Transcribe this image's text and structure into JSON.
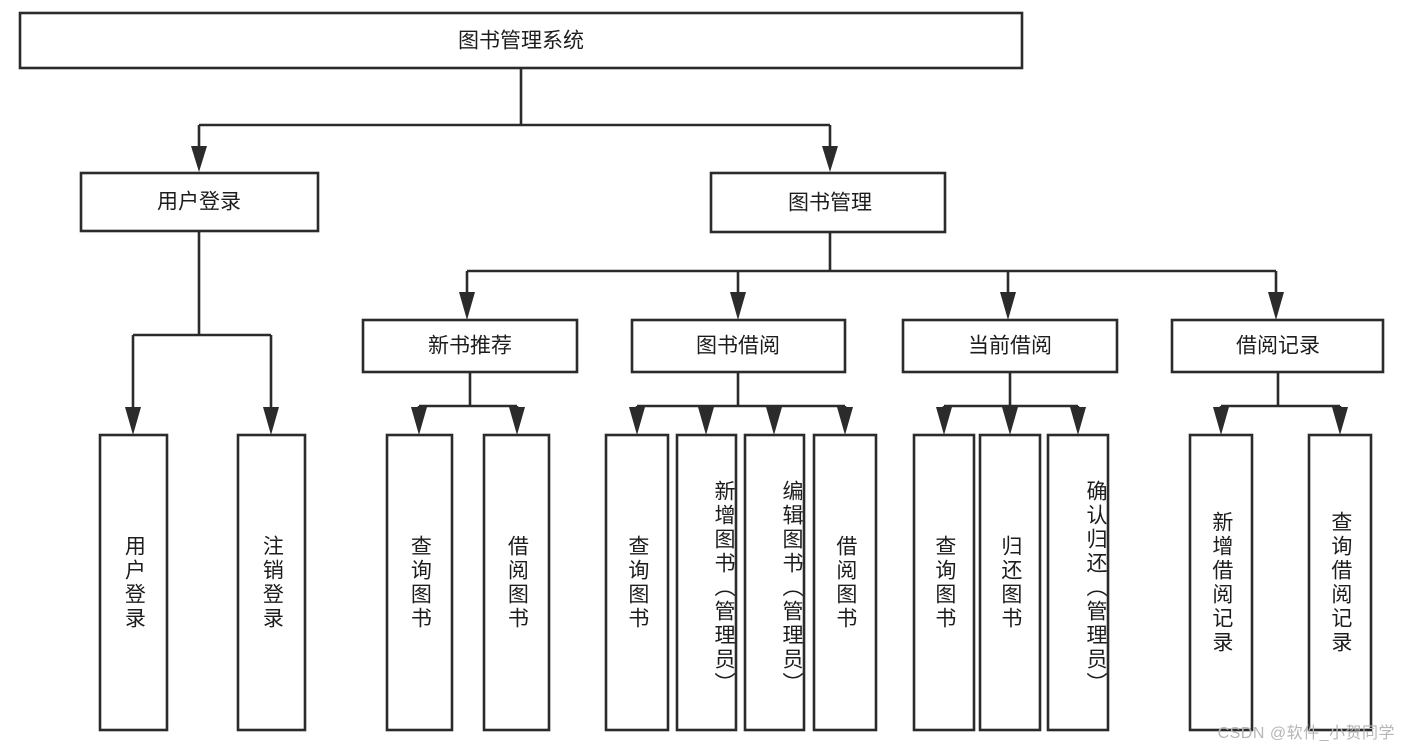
{
  "diagram": {
    "title": "图书管理系统",
    "type": "tree-hierarchy-diagram",
    "orientation": "top-down",
    "colors": {
      "box_stroke": "#2b2b2b",
      "box_fill": "#ffffff",
      "connector": "#2b2b2b",
      "text": "#1d1d1d",
      "background": "#ffffff",
      "watermark": "#b6b6b6"
    },
    "root": {
      "label": "图书管理系统"
    },
    "level2": [
      {
        "id": "user-login",
        "label": "用户登录"
      },
      {
        "id": "book-management",
        "label": "图书管理"
      }
    ],
    "level3": [
      {
        "id": "new-book-recommend",
        "label": "新书推荐",
        "parent": "book-management"
      },
      {
        "id": "book-borrow",
        "label": "图书借阅",
        "parent": "book-management"
      },
      {
        "id": "current-borrow",
        "label": "当前借阅",
        "parent": "book-management"
      },
      {
        "id": "borrow-record",
        "label": "借阅记录",
        "parent": "book-management"
      }
    ],
    "leaves": [
      {
        "id": "leaf-user-login",
        "label": "用户登录",
        "parent": "user-login"
      },
      {
        "id": "leaf-logout-login",
        "label": "注销登录",
        "parent": "user-login"
      },
      {
        "id": "leaf-query-book-1",
        "label": "查询图书",
        "parent": "new-book-recommend"
      },
      {
        "id": "leaf-borrow-book-1",
        "label": "借阅图书",
        "parent": "new-book-recommend"
      },
      {
        "id": "leaf-query-book-2",
        "label": "查询图书",
        "parent": "book-borrow"
      },
      {
        "id": "leaf-add-book",
        "label": "新增图书（管理员）",
        "parent": "book-borrow"
      },
      {
        "id": "leaf-edit-book",
        "label": "编辑图书（管理员）",
        "parent": "book-borrow"
      },
      {
        "id": "leaf-borrow-book-2",
        "label": "借阅图书",
        "parent": "book-borrow"
      },
      {
        "id": "leaf-query-book-3",
        "label": "查询图书",
        "parent": "current-borrow"
      },
      {
        "id": "leaf-return-book",
        "label": "归还图书",
        "parent": "current-borrow"
      },
      {
        "id": "leaf-confirm-return",
        "label": "确认归还（管理员）",
        "parent": "current-borrow"
      },
      {
        "id": "leaf-add-record",
        "label": "新增借阅记录",
        "parent": "borrow-record"
      },
      {
        "id": "leaf-query-record",
        "label": "查询借阅记录",
        "parent": "borrow-record"
      }
    ],
    "watermark": "CSDN @软件_小贺同学"
  }
}
